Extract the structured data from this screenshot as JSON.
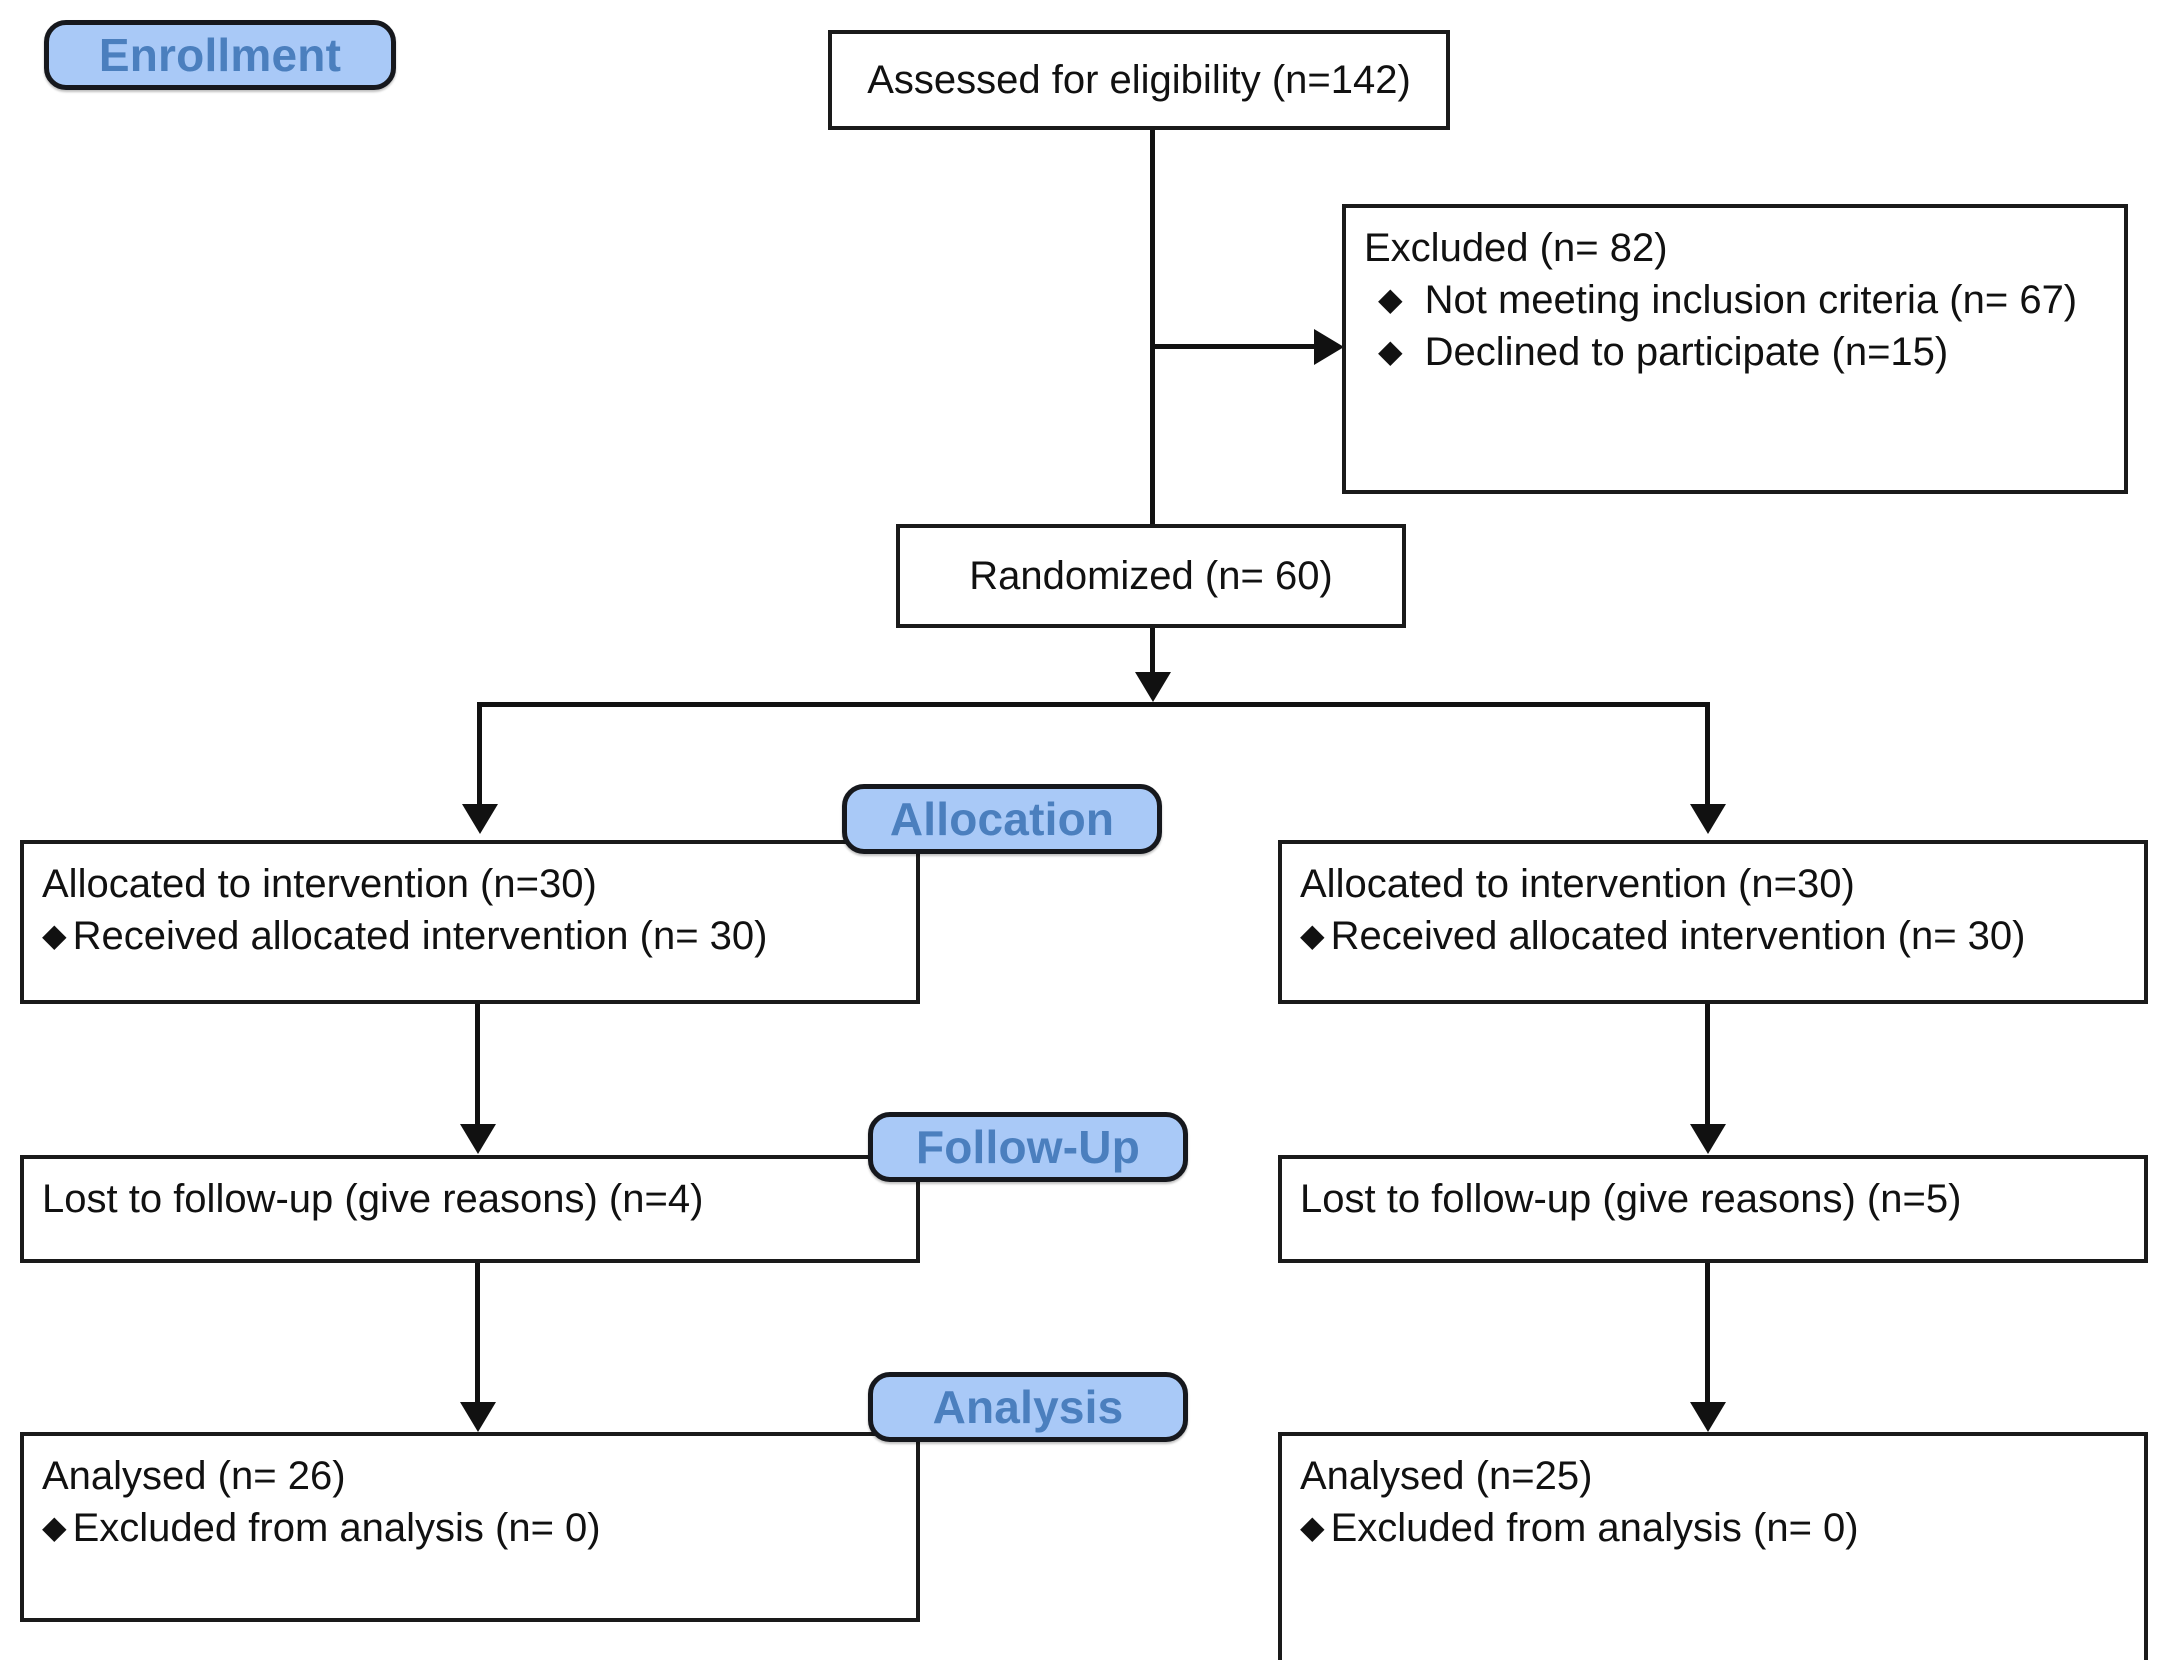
{
  "diagram": {
    "type": "CONSORT participant flow diagram",
    "accent_color": "#a9c9f7",
    "badge_text_color": "#4b7fbe",
    "box_border_color": "#1a1a1a",
    "bullet_glyph": "♦"
  },
  "stages": {
    "enrollment": "Enrollment",
    "allocation": "Allocation",
    "follow_up": "Follow-Up",
    "analysis": "Analysis"
  },
  "enrollment": {
    "assessed": "Assessed for eligibility (n=142)",
    "excluded": {
      "heading": "Excluded (n= 82)",
      "reasons": [
        "Not meeting inclusion criteria (n= 67)",
        "Declined to participate (n=15)"
      ]
    },
    "randomized": "Randomized (n= 60)"
  },
  "arms": {
    "left": {
      "allocation": {
        "heading": "Allocated to intervention (n=30)",
        "items": [
          "Received allocated intervention (n= 30)"
        ]
      },
      "follow_up": {
        "heading": "Lost to follow-up (give reasons) (n=4)"
      },
      "analysis": {
        "heading": "Analysed (n= 26)",
        "items": [
          "Excluded from analysis (n= 0)"
        ]
      }
    },
    "right": {
      "allocation": {
        "heading": "Allocated to intervention (n=30)",
        "items": [
          "Received allocated intervention (n= 30)"
        ]
      },
      "follow_up": {
        "heading": "Lost to follow-up (give reasons) (n=5)"
      },
      "analysis": {
        "heading": "Analysed (n=25)",
        "items": [
          "Excluded from analysis (n= 0)"
        ]
      }
    }
  }
}
